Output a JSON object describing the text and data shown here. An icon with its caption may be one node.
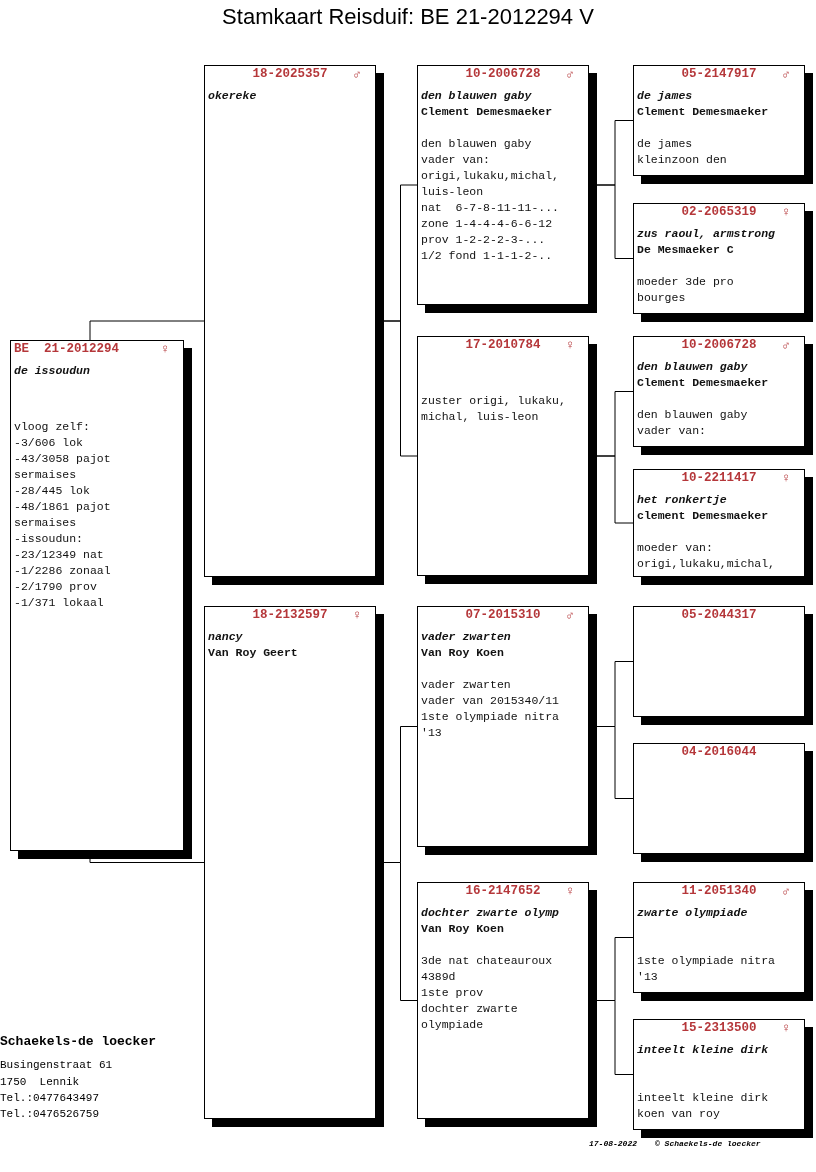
{
  "diagram": {
    "title": "Stamkaart Reisduif: BE  21-2012294 V",
    "nodes": [
      {
        "text": [
          "BE  21-2012294",
          "♀",
          "de issoudun",
          "vloog zelf:",
          "-3/606 lok",
          "-43/3058 pajot sermaises",
          "-28/445 lok",
          "-48/1861 pajot sermaises",
          "-issoudun:",
          "-23/12349 nat",
          "-1/2286 zonaal",
          "-2/1790 prov",
          "-1/371 lokaal"
        ]
      },
      {
        "text": [
          "18-2025357",
          "♂",
          "okereke"
        ]
      },
      {
        "text": [
          "18-2132597",
          "♀",
          "nancy",
          "Van Roy Geert"
        ]
      },
      {
        "text": [
          "10-2006728",
          "♂",
          "den blauwen gaby",
          "Clement Demesmaeker",
          "den blauwen gaby",
          "vader van:",
          "origi,lukaku,michal, luis-leon",
          "nat  6-7-8-11-11-...",
          "zone 1-4-4-4-6-6-12",
          "prov 1-2-2-2-3-...",
          "1/2 fond 1-1-1-2-.."
        ]
      },
      {
        "text": [
          "17-2010784",
          "♀",
          "zuster origi, lukaku, michal, luis-leon"
        ]
      },
      {
        "text": [
          "07-2015310",
          "♂",
          "vader zwarten",
          "Van Roy Koen",
          "vader zwarten",
          "vader van 2015340/11",
          "1ste olympiade nitra '13"
        ]
      },
      {
        "text": [
          "16-2147652",
          "♀",
          "dochter zwarte olymp",
          "Van Roy Koen",
          "3de nat chateauroux 4389d",
          "1ste prov",
          "dochter zwarte olympiade"
        ]
      },
      {
        "text": [
          "05-2147917",
          "♂",
          "de james",
          "Clement Demesmaeker",
          "de james",
          "kleinzoon den"
        ]
      },
      {
        "text": [
          "02-2065319",
          "♀",
          "zus raoul, armstrong",
          "De Mesmaeker C",
          "moeder 3de pro",
          "bourges"
        ]
      },
      {
        "text": [
          "10-2006728",
          "♂",
          "den blauwen gaby",
          "Clement Demesmaeker",
          "den blauwen gaby",
          "vader van:"
        ]
      },
      {
        "text": [
          "10-2211417",
          "♀",
          "het ronkertje",
          "clement Demesmaeker",
          "moeder van:",
          "origi,lukaku,michal,"
        ]
      },
      {
        "text": [
          "05-2044317"
        ]
      },
      {
        "text": [
          "04-2016044"
        ]
      },
      {
        "text": [
          "11-2051340",
          "♂",
          "zwarte olympiade",
          "1ste olympiade nitra '13"
        ]
      },
      {
        "text": [
          "15-2313500",
          "♀",
          "inteelt kleine dirk",
          "inteelt kleine dirk",
          "koen van roy"
        ]
      }
    ],
    "edges": [
      {
        "from": 0,
        "to": 1,
        "arrow": "none"
      },
      {
        "from": 0,
        "to": 2,
        "arrow": "none"
      },
      {
        "from": 1,
        "to": 3,
        "arrow": "none"
      },
      {
        "from": 1,
        "to": 4,
        "arrow": "none"
      },
      {
        "from": 2,
        "to": 5,
        "arrow": "none"
      },
      {
        "from": 2,
        "to": 6,
        "arrow": "none"
      },
      {
        "from": 3,
        "to": 7,
        "arrow": "none"
      },
      {
        "from": 3,
        "to": 8,
        "arrow": "none"
      },
      {
        "from": 4,
        "to": 9,
        "arrow": "none"
      },
      {
        "from": 4,
        "to": 10,
        "arrow": "none"
      },
      {
        "from": 5,
        "to": 11,
        "arrow": "none"
      },
      {
        "from": 5,
        "to": 12,
        "arrow": "none"
      },
      {
        "from": 6,
        "to": 13,
        "arrow": "none"
      },
      {
        "from": 6,
        "to": 14,
        "arrow": "none"
      }
    ],
    "labels": [
      "Schaekels-de loecker",
      "Busingenstraat 61",
      "1750  Lennik",
      "Tel.:0477643497",
      "Tel.:0476526759",
      "17-08-2022",
      "© Schaekels-de loecker"
    ]
  }
}
